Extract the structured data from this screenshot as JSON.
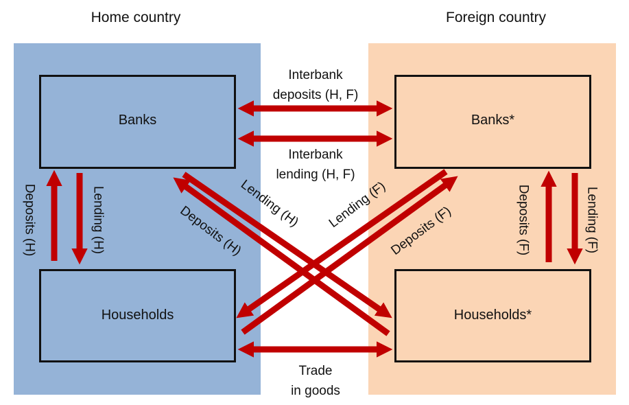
{
  "colors": {
    "home_panel": "#95B3D7",
    "foreign_panel": "#FBD5B5",
    "arrow": "#C00000",
    "box_border": "#111111"
  },
  "home": {
    "title": "Home country",
    "banks": "Banks",
    "households": "Households",
    "deposits_vertical": "Deposits (H)",
    "lending_vertical": "Lending (H)"
  },
  "foreign": {
    "title": "Foreign country",
    "banks": "Banks*",
    "households": "Households*",
    "deposits_vertical": "Deposits (F)",
    "lending_vertical": "Lending (F)"
  },
  "cross_border": {
    "interbank_deposits": [
      "Interbank",
      "deposits (H, F)"
    ],
    "interbank_lending": [
      "Interbank",
      "lending (H, F)"
    ],
    "lending_h": "Lending (H)",
    "deposits_h": "Deposits (H)",
    "lending_f": "Lending (F)",
    "deposits_f": "Deposits (F)",
    "trade": [
      "Trade",
      "in goods"
    ]
  },
  "arrows": [
    {
      "name": "interbank-deposits-arrow",
      "from": "Banks",
      "to": "Banks*",
      "direction": "both"
    },
    {
      "name": "interbank-lending-arrow",
      "from": "Banks",
      "to": "Banks*",
      "direction": "both"
    },
    {
      "name": "home-deposits-arrow",
      "from": "Households",
      "to": "Banks",
      "direction": "one-way"
    },
    {
      "name": "home-lending-arrow",
      "from": "Banks",
      "to": "Households",
      "direction": "one-way"
    },
    {
      "name": "foreign-deposits-arrow",
      "from": "Households*",
      "to": "Banks*",
      "direction": "one-way"
    },
    {
      "name": "foreign-lending-arrow",
      "from": "Banks*",
      "to": "Households*",
      "direction": "one-way"
    },
    {
      "name": "cross-lending-h-arrow",
      "from": "Banks",
      "to": "Households*",
      "direction": "one-way"
    },
    {
      "name": "cross-deposits-h-arrow",
      "from": "Households*",
      "to": "Banks",
      "direction": "one-way"
    },
    {
      "name": "cross-lending-f-arrow",
      "from": "Banks*",
      "to": "Households",
      "direction": "one-way"
    },
    {
      "name": "cross-deposits-f-arrow",
      "from": "Households",
      "to": "Banks*",
      "direction": "one-way"
    },
    {
      "name": "trade-arrow",
      "from": "Households",
      "to": "Households*",
      "direction": "both"
    }
  ]
}
